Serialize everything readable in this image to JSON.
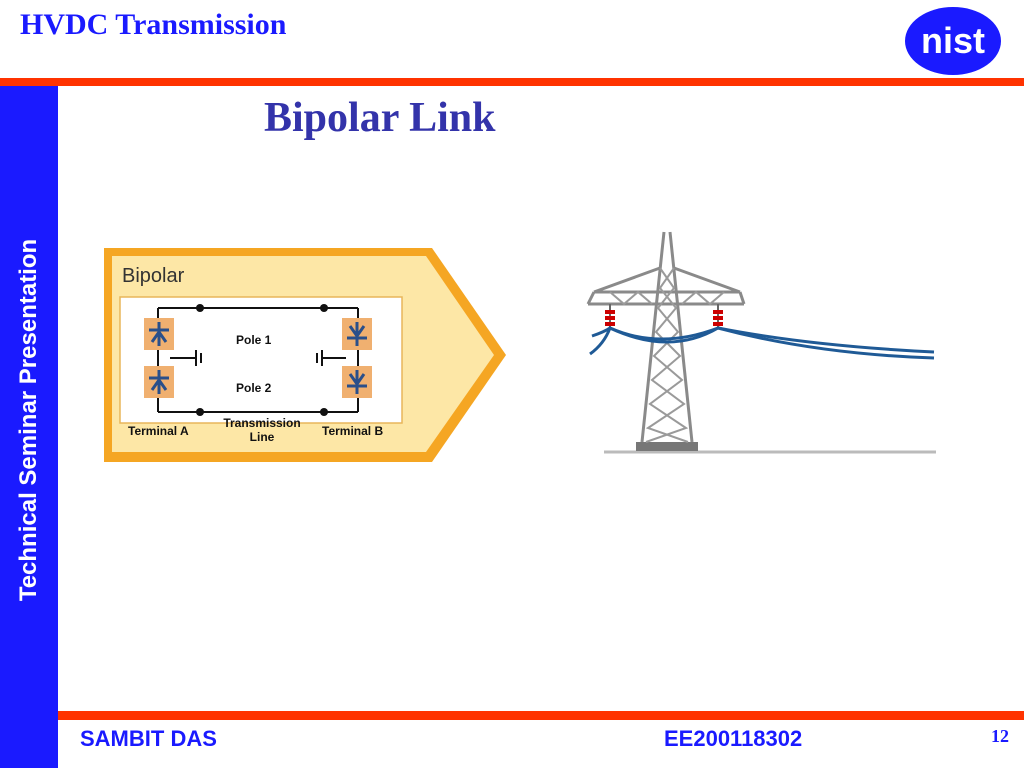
{
  "header": {
    "title": "HVDC Transmission",
    "logo_text": "nist"
  },
  "sidebar": {
    "text": "Technical Seminar Presentation"
  },
  "slide": {
    "title": "Bipolar Link"
  },
  "diagram": {
    "heading": "Bipolar",
    "pole1": "Pole 1",
    "pole2": "Pole 2",
    "terminal_a": "Terminal A",
    "terminal_b": "Terminal B",
    "line_label_1": "Transmission",
    "line_label_2": "Line"
  },
  "footer": {
    "name": "SAMBIT DAS",
    "id": "EE200118302",
    "page": "12"
  },
  "colors": {
    "accent_blue": "#1a1aff",
    "title_blue": "#3333aa",
    "rule_red": "#ff3300",
    "diagram_orange": "#f5a623",
    "diagram_fill": "#fde7a6"
  }
}
